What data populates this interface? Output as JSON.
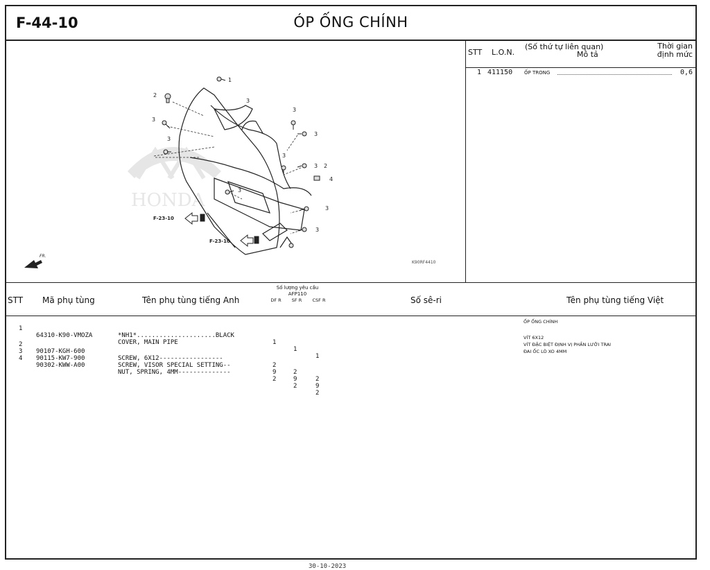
{
  "header": {
    "code": "F-44-10",
    "title": "ÓP ỐNG CHÍNH"
  },
  "diagram": {
    "figure_id": "K90RF4410",
    "callouts": [
      "1",
      "2",
      "3",
      "3",
      "3",
      "3",
      "3",
      "3",
      "3",
      "2",
      "4",
      "3",
      "3",
      "3"
    ],
    "refs": [
      "F-23-10",
      "F-23-10"
    ],
    "front_label": "FR.",
    "watermark": "HONDA"
  },
  "labor": {
    "col_stt": "STT",
    "col_lon": "L.O.N.",
    "col_related": "(Số thứ tự liên quan)",
    "col_desc": "Mô tả",
    "col_time_1": "Thời gian",
    "col_time_2": "định mức",
    "rows": [
      {
        "stt": "1",
        "lon": "411150",
        "desc": "ỐP TRONG",
        "time": "0,6"
      }
    ]
  },
  "parts_header": {
    "stt": "STT",
    "part_no": "Mã phụ tùng",
    "name_en": "Tên phụ tùng tiếng Anh",
    "qty_title": "Số lượng yêu cầu",
    "model": "AFP110",
    "qty_cols": [
      "DF R",
      "SF R",
      "CSF R"
    ],
    "serial": "Số sê-ri",
    "name_vn": "Tên phụ tùng tiếng Việt"
  },
  "parts": [
    {
      "stt": "1",
      "part_no": "64310-K90-VMOZA",
      "name_en": "COVER, MAIN PIPE",
      "name_en2": "*NH1*.....................BLACK",
      "qty": [
        "1",
        "1",
        "1"
      ],
      "name_vn": "ỐP ỐNG CHÍNH"
    },
    {
      "stt": "2",
      "part_no": "90107-KGH-600",
      "name_en": "SCREW, 6X12-----------------",
      "name_en2": "",
      "qty": [
        "2",
        "2",
        "2"
      ],
      "name_vn": "VÍT 6X12"
    },
    {
      "stt": "3",
      "part_no": "90115-KW7-900",
      "name_en": "SCREW, VISOR SPECIAL SETTING--",
      "name_en2": "",
      "qty": [
        "9",
        "9",
        "9"
      ],
      "name_vn": "VÍT ĐẶC BIỆT ĐỊNH VỊ PHẦN LƯỠI TRAI"
    },
    {
      "stt": "4",
      "part_no": "90302-KWW-A00",
      "name_en": "NUT, SPRING, 4MM--------------",
      "name_en2": "",
      "qty": [
        "2",
        "2",
        "2"
      ],
      "name_vn": "ĐAI ỐC LÒ XO 4MM"
    }
  ],
  "footer": {
    "date": "30-10-2023"
  }
}
